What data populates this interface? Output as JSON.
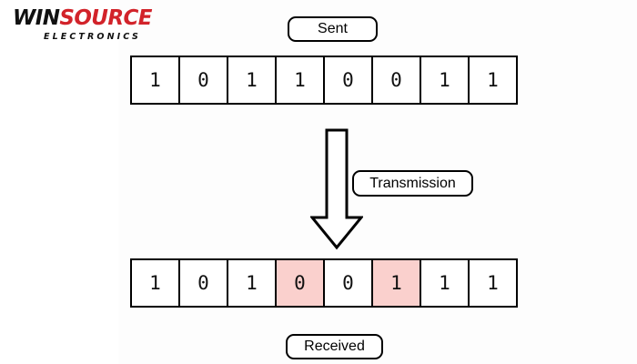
{
  "logo": {
    "name": "winsource-electronics-logo",
    "part1": "WIN",
    "part2": "SOURCE",
    "subtitle": "ELECTRONICS",
    "color_primary": "#111111",
    "color_accent": "#d2232a"
  },
  "diagram": {
    "title_sent": "Sent",
    "title_transmission": "Transmission",
    "title_received": "Received",
    "highlight_color": "#fad0cd",
    "border_color": "#000000",
    "background_color": "#ffffff",
    "arrow": {
      "icon": "down-arrow-icon",
      "direction": "down"
    },
    "sent_row": {
      "label": "Sent",
      "bits": [
        {
          "value": "1",
          "flipped": false
        },
        {
          "value": "0",
          "flipped": false
        },
        {
          "value": "1",
          "flipped": false
        },
        {
          "value": "1",
          "flipped": false
        },
        {
          "value": "0",
          "flipped": false
        },
        {
          "value": "0",
          "flipped": false
        },
        {
          "value": "1",
          "flipped": false
        },
        {
          "value": "1",
          "flipped": false
        }
      ]
    },
    "received_row": {
      "label": "Received",
      "bits": [
        {
          "value": "1",
          "flipped": false
        },
        {
          "value": "0",
          "flipped": false
        },
        {
          "value": "1",
          "flipped": false
        },
        {
          "value": "0",
          "flipped": true
        },
        {
          "value": "0",
          "flipped": false
        },
        {
          "value": "1",
          "flipped": true
        },
        {
          "value": "1",
          "flipped": false
        },
        {
          "value": "1",
          "flipped": false
        }
      ]
    }
  }
}
